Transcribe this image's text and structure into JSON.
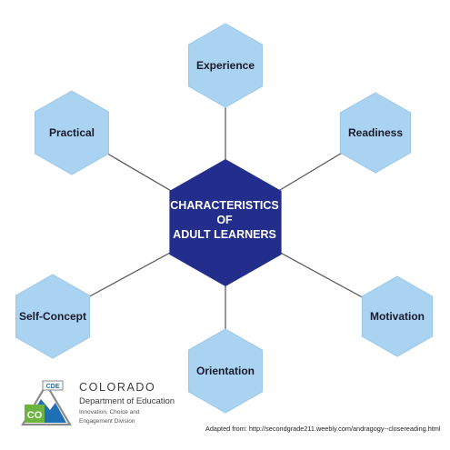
{
  "colors": {
    "outer_hexagon_fill": "#a9d3f0",
    "outer_hexagon_stroke": "#9cc8e8",
    "center_hexagon_fill": "#232e8c",
    "connector_line": "#555555",
    "outer_text": "#1a1a2e",
    "center_text": "#ffffff",
    "logo_green": "#6cb33f",
    "logo_blue": "#1e6fb6",
    "logo_gray": "#8a8a8a"
  },
  "diagram": {
    "center": {
      "lines": [
        "CHARACTERISTICS",
        "OF",
        "ADULT LEARNERS"
      ]
    },
    "nodes": [
      {
        "id": "experience",
        "label": "Experience"
      },
      {
        "id": "readiness",
        "label": "Readiness"
      },
      {
        "id": "motivation",
        "label": "Motivation"
      },
      {
        "id": "orientation",
        "label": "Orientation"
      },
      {
        "id": "self-concept",
        "label": "Self-Concept"
      },
      {
        "id": "practical",
        "label": "Practical"
      }
    ]
  },
  "logo": {
    "badge_text": "CDE",
    "mark_text": "CO",
    "title": "COLORADO",
    "department": "Department of Education",
    "division_line1": "Innovation, Choice and",
    "division_line2": "Engagement Division"
  },
  "source_note": "Adapted from:  http://secondgrade211.weebly.com/andragogy--closereading.html"
}
